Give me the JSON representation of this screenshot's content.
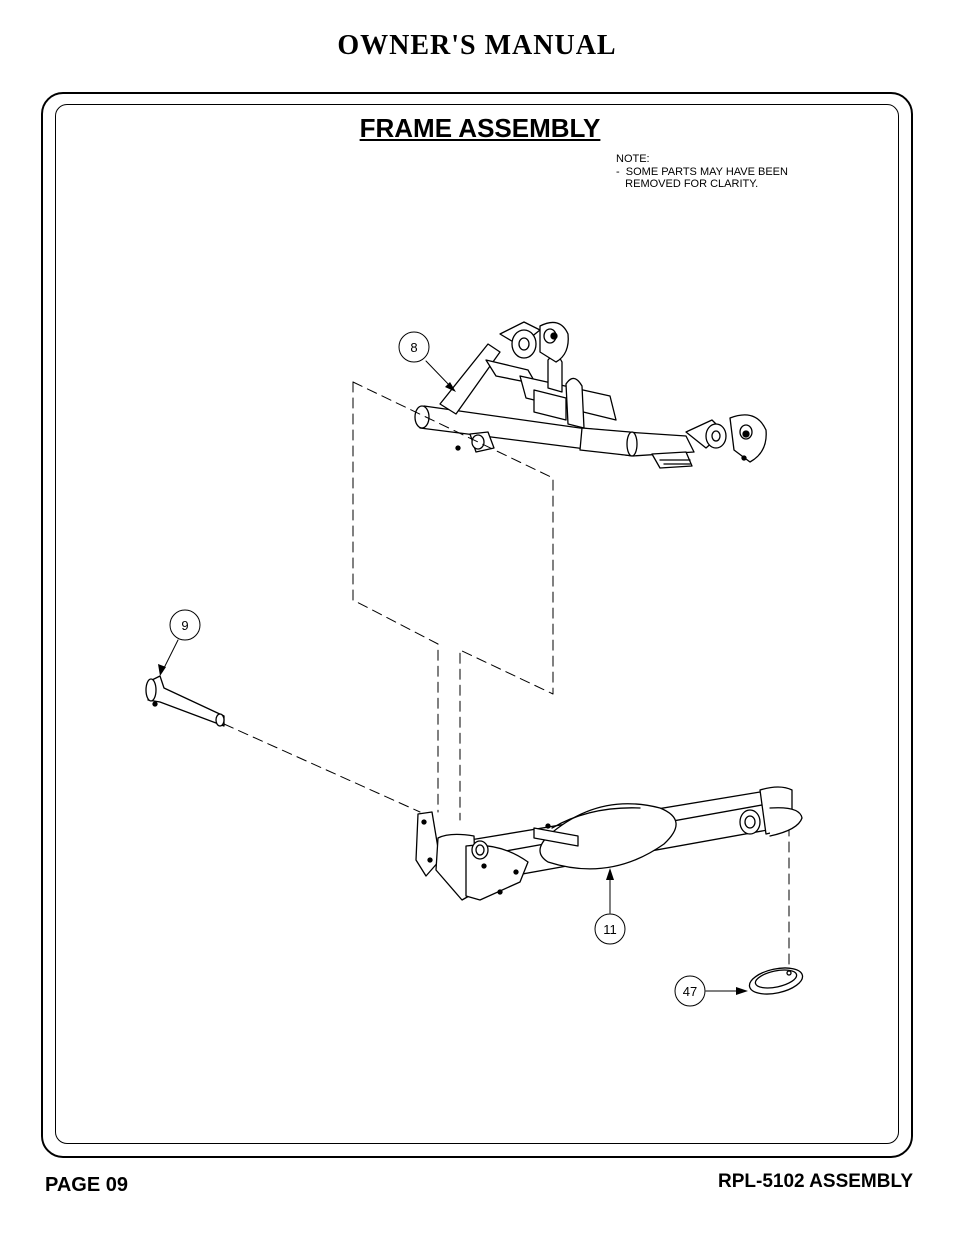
{
  "header": {
    "title": "OWNER'S MANUAL"
  },
  "section": {
    "title": "FRAME ASSEMBLY"
  },
  "note": {
    "text": "NOTE:\n-  SOME PARTS MAY HAVE BEEN\n   REMOVED FOR CLARITY."
  },
  "callouts": [
    {
      "label": "8",
      "part": "upper frame"
    },
    {
      "label": "9",
      "part": "pin"
    },
    {
      "label": "11",
      "part": "base frame"
    },
    {
      "label": "47",
      "part": "ring"
    }
  ],
  "footer": {
    "page": "PAGE 09",
    "code": "RPL-5102 ASSEMBLY"
  }
}
